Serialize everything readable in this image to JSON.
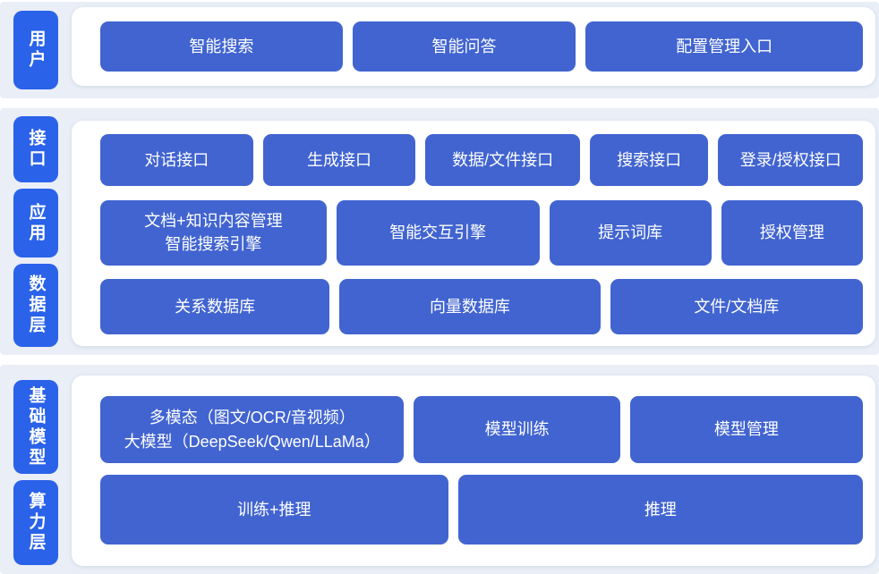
{
  "colors": {
    "page_bg": "#ffffff",
    "band_bg": "#e9eef7",
    "panel_bg": "#ffffff",
    "layer_label_bg": "#2a62e9",
    "node_bg": "#4164d0",
    "node_text": "#ffffff"
  },
  "diagram": {
    "bands": [
      {
        "labels": [
          "用户"
        ],
        "rows": [
          {
            "nodes": [
              {
                "label": "智能搜索"
              },
              {
                "label": "智能问答"
              },
              {
                "label": "配置管理入口"
              }
            ]
          }
        ]
      },
      {
        "labels": [
          "接口",
          "应用",
          "数据层"
        ],
        "rows": [
          {
            "nodes": [
              {
                "label": "对话接口"
              },
              {
                "label": "生成接口"
              },
              {
                "label": "数据/文件接口"
              },
              {
                "label": "搜索接口"
              },
              {
                "label": "登录/授权接口"
              }
            ]
          },
          {
            "nodes": [
              {
                "line1": "文档+知识内容管理",
                "line2": "智能搜索引擎"
              },
              {
                "label": "智能交互引擎"
              },
              {
                "label": "提示词库"
              },
              {
                "label": "授权管理"
              }
            ]
          },
          {
            "nodes": [
              {
                "label": "关系数据库"
              },
              {
                "label": "向量数据库"
              },
              {
                "label": "文件/文档库"
              }
            ]
          }
        ]
      },
      {
        "labels": [
          "基础模型",
          "算力层"
        ],
        "rows": [
          {
            "nodes": [
              {
                "line1": "多模态（图文/OCR/音视频）",
                "line2": "大模型（DeepSeek/Qwen/LLaMa）"
              },
              {
                "label": "模型训练"
              },
              {
                "label": "模型管理"
              }
            ]
          },
          {
            "nodes": [
              {
                "label": "训练+推理"
              },
              {
                "label": "推理"
              }
            ]
          }
        ]
      }
    ]
  }
}
